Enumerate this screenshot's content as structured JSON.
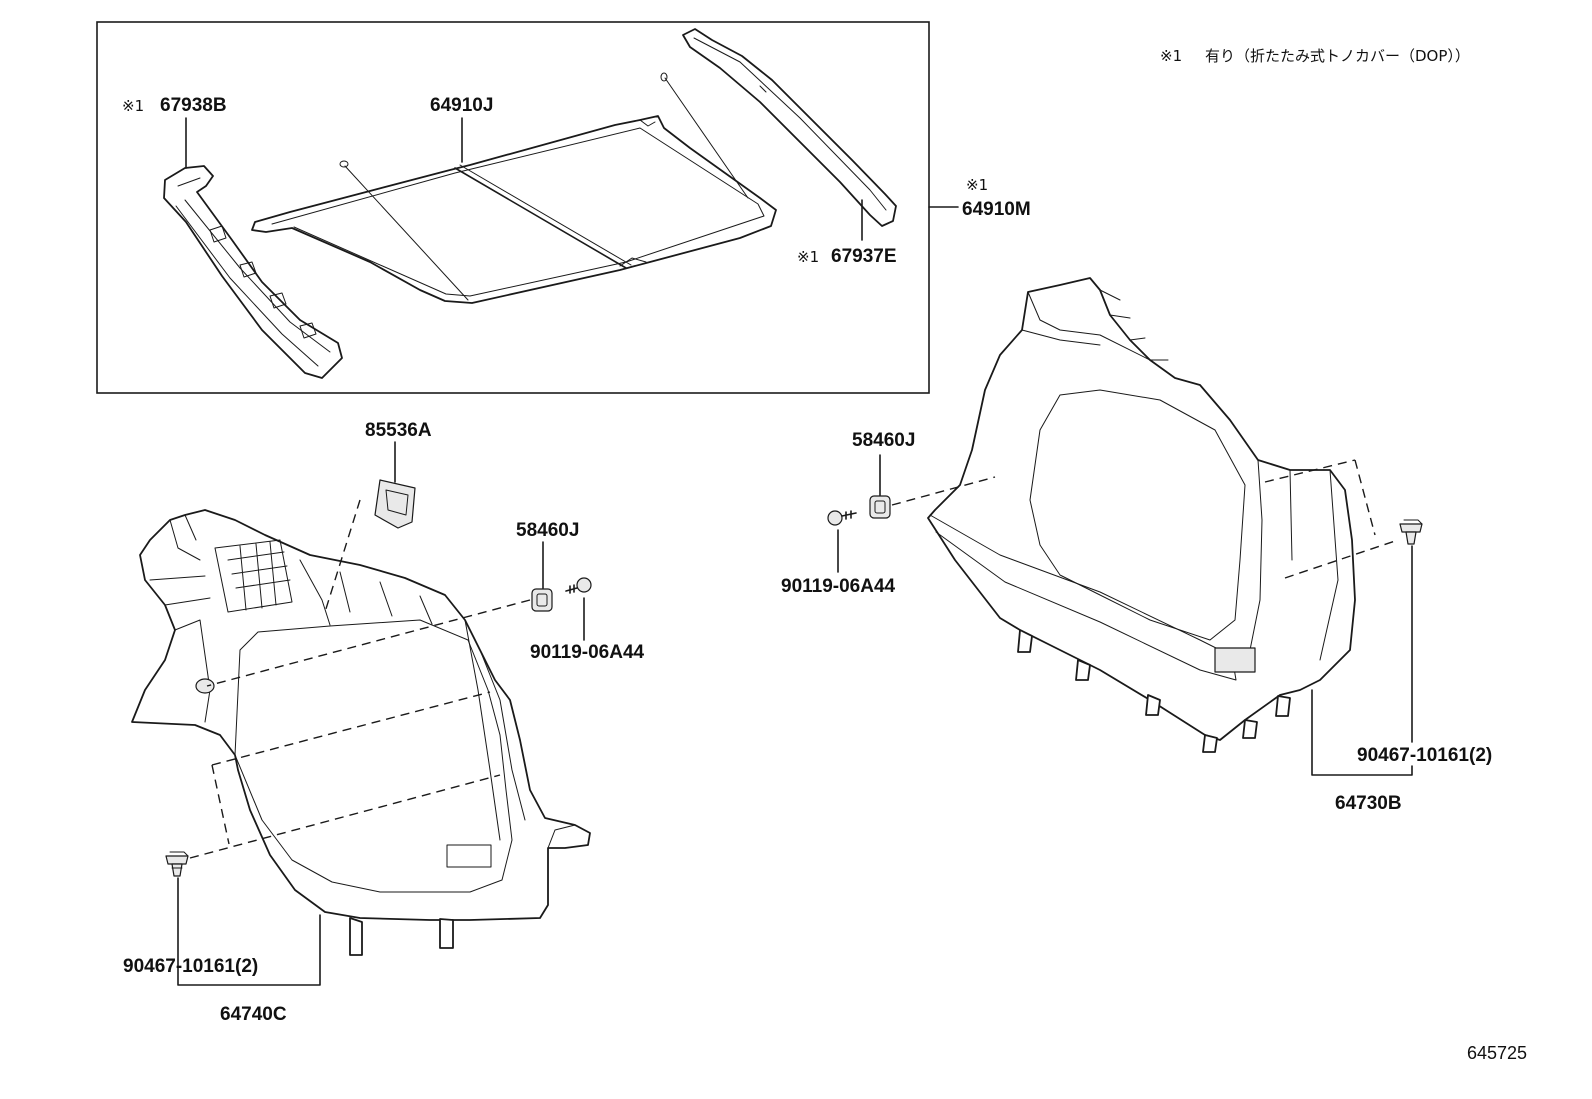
{
  "note": {
    "marker": "※1",
    "text": "有り（折たたみ式トノカバー（DOP））"
  },
  "labels": {
    "p67938B": {
      "mark": "※1",
      "number": "67938B"
    },
    "p64910J": {
      "number": "64910J"
    },
    "p64910M": {
      "mark": "※1",
      "number": "64910M"
    },
    "p67937E": {
      "mark": "※1",
      "number": "67937E"
    },
    "p85536A": {
      "number": "85536A"
    },
    "p58460J_right": {
      "number": "58460J"
    },
    "p58460J_left": {
      "number": "58460J"
    },
    "p90119_right": {
      "number": "90119-06A44"
    },
    "p90119_left": {
      "number": "90119-06A44"
    },
    "p90467_right": {
      "number": "90467-10161(2)"
    },
    "p64730B": {
      "number": "64730B"
    },
    "p90467_left": {
      "number": "90467-10161(2)"
    },
    "p64740C": {
      "number": "64740C"
    }
  },
  "figure_number": "645725",
  "colors": {
    "line": "#1a1a1a",
    "background": "#ffffff"
  }
}
